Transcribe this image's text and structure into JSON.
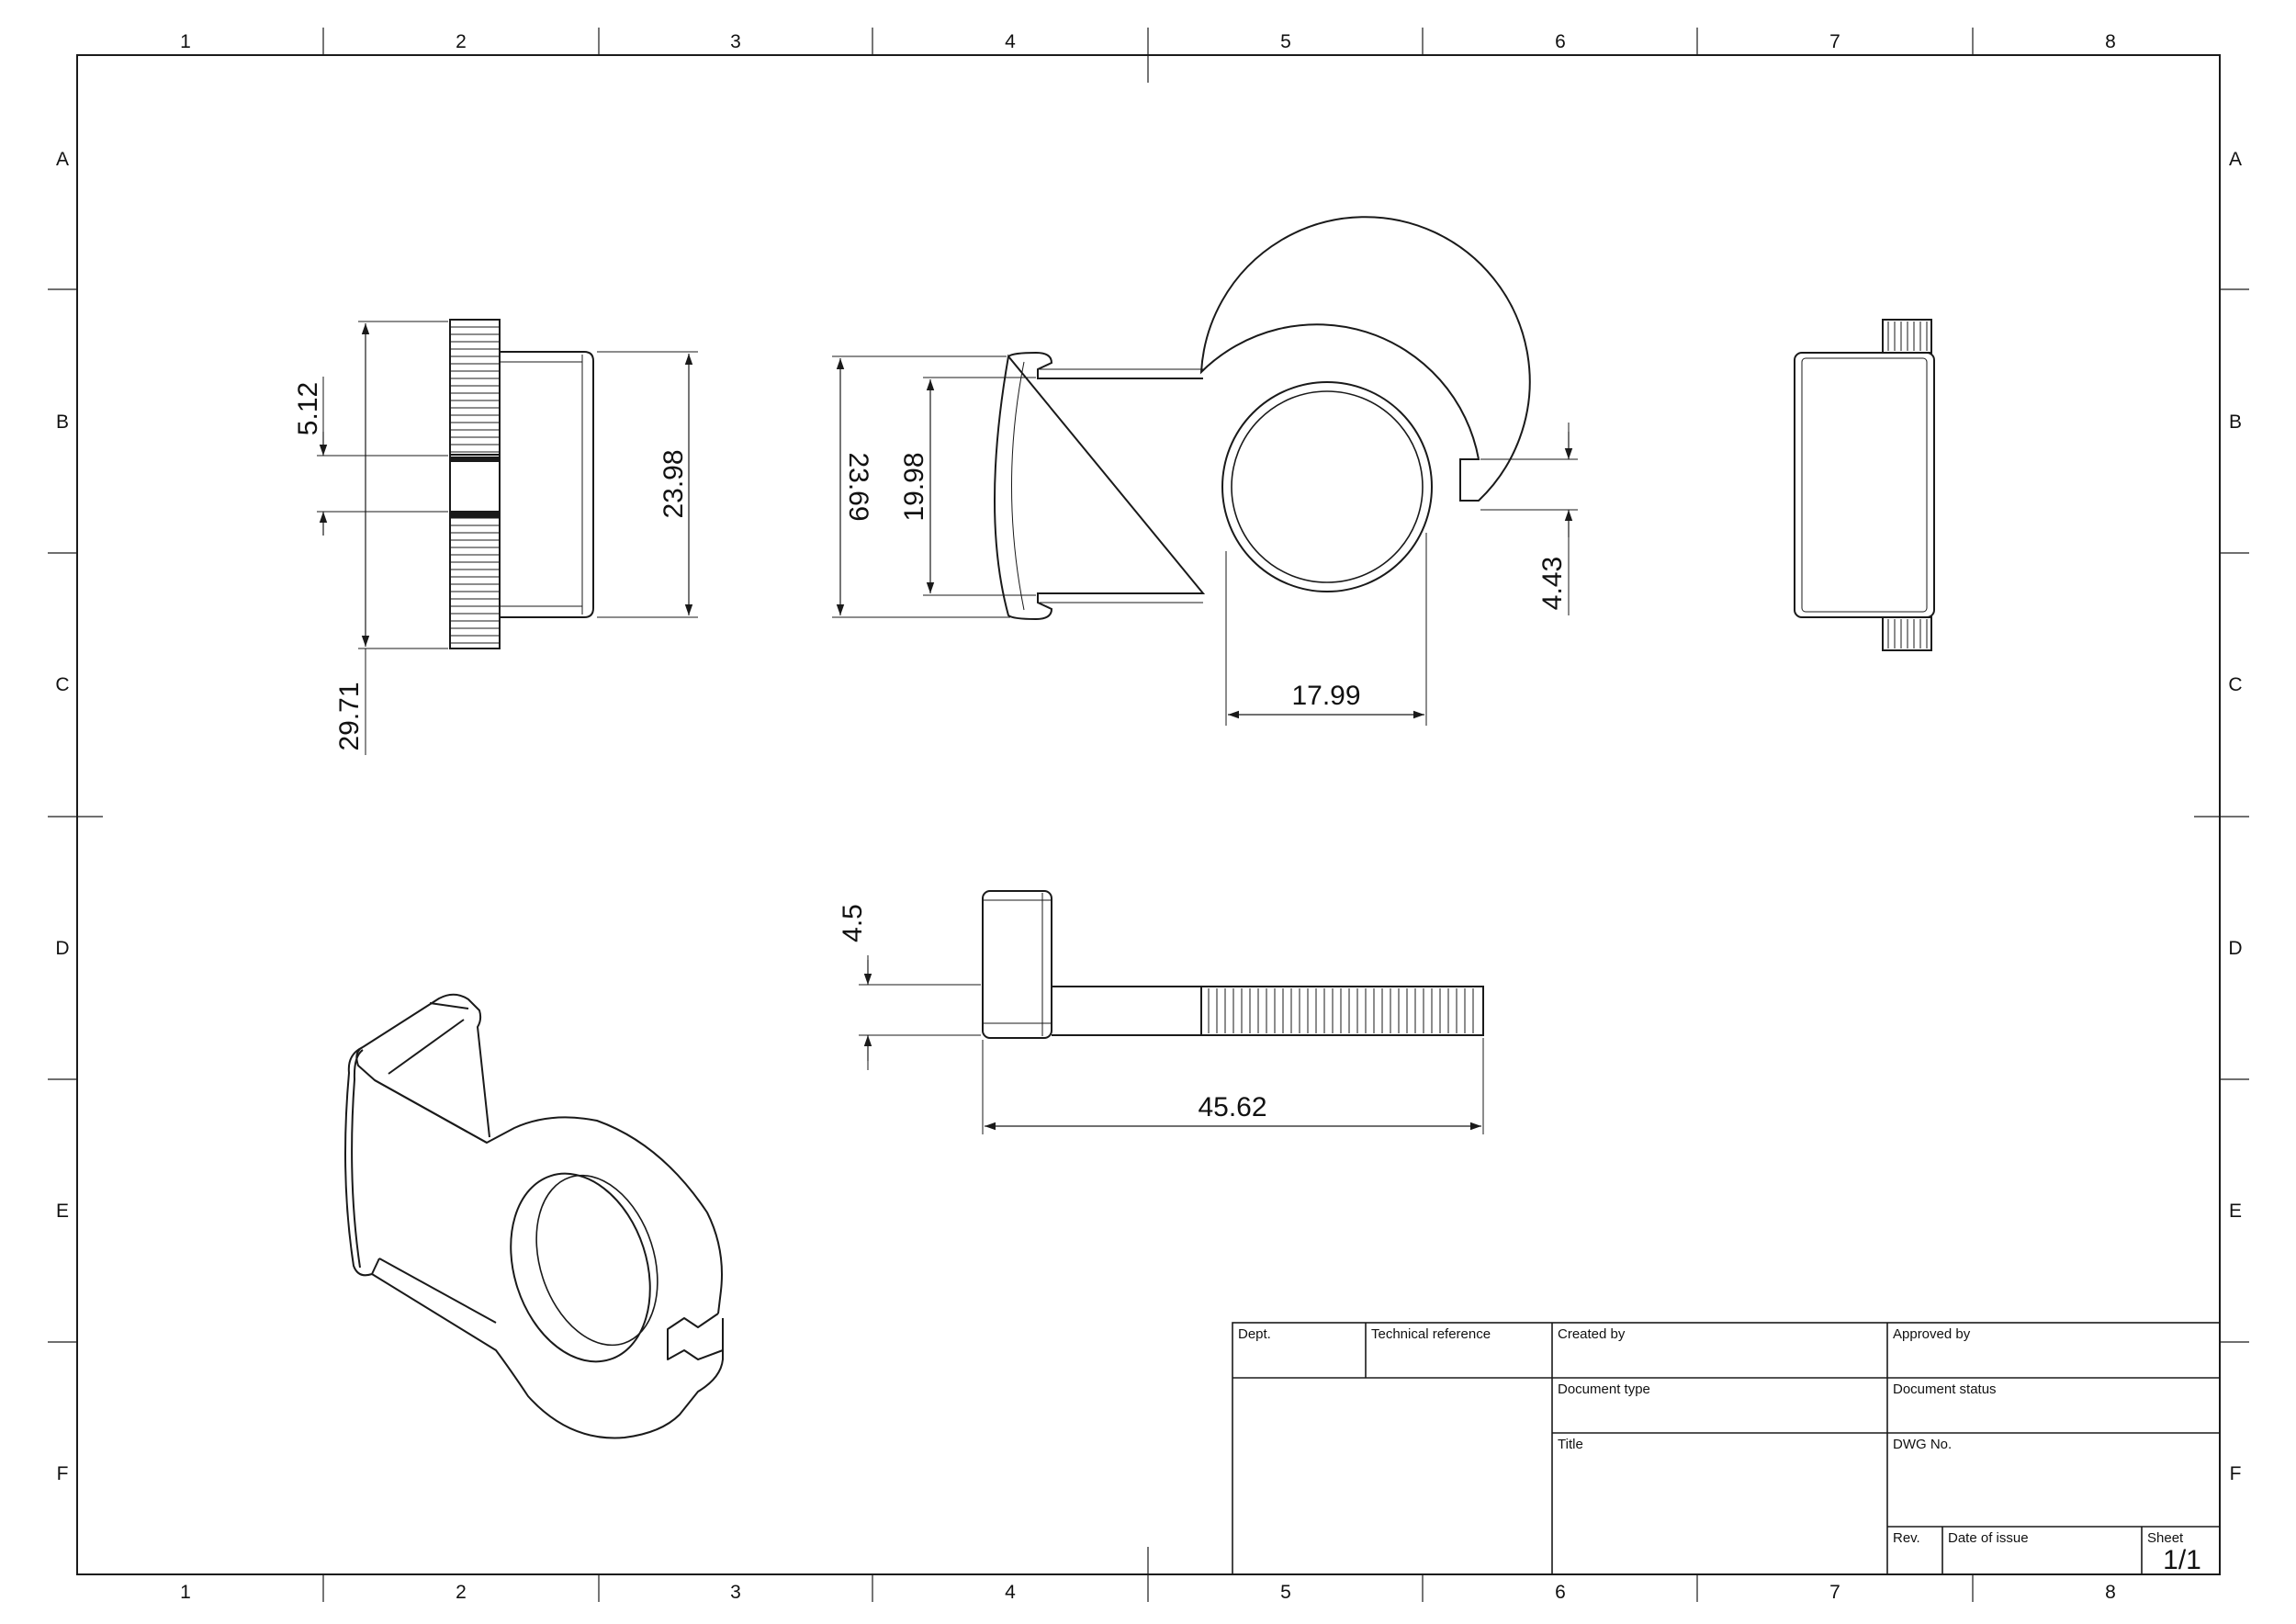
{
  "zones": {
    "columns": [
      "1",
      "2",
      "3",
      "4",
      "5",
      "6",
      "7",
      "8"
    ],
    "rows": [
      "A",
      "B",
      "C",
      "D",
      "E",
      "F"
    ]
  },
  "dimensions": {
    "front_small_gap": "5.12",
    "front_plug_height": "23.98",
    "front_overall_height": "29.71",
    "top_outer_height": "23.69",
    "top_inner_height": "19.98",
    "top_hole_diameter": "17.99",
    "top_slot_width": "4.43",
    "side_thickness": "4.5",
    "side_length": "45.62"
  },
  "title_block": {
    "dept": "Dept.",
    "technical_reference": "Technical reference",
    "created_by": "Created by",
    "approved_by": "Approved by",
    "document_type": "Document type",
    "document_status": "Document status",
    "title": "Title",
    "dwg_no": "DWG No.",
    "rev": "Rev.",
    "date_of_issue": "Date of issue",
    "sheet": "Sheet",
    "sheet_value": "1/1"
  },
  "colors": {
    "line": "#1a1a1a",
    "paper": "#ffffff"
  }
}
